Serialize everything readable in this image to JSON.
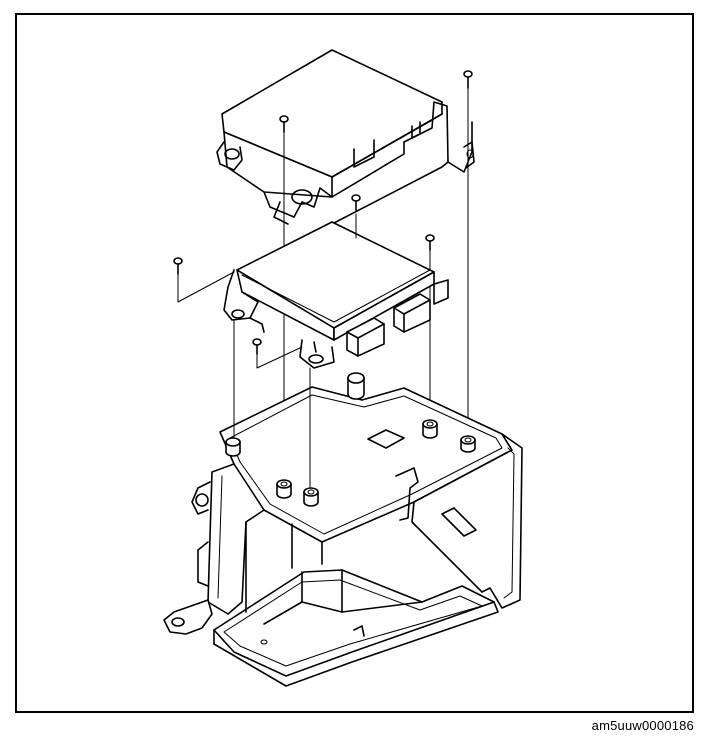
{
  "figure": {
    "id_label": "am5uuw0000186"
  },
  "parts": [
    {
      "name": "upper-cover",
      "icon": "cover-bracket"
    },
    {
      "name": "control-module",
      "icon": "electronic-module"
    },
    {
      "name": "mounting-bracket",
      "icon": "base-bracket"
    },
    {
      "name": "bolts",
      "icon": "screw",
      "count": 6
    }
  ],
  "colors": {
    "line": "#000000",
    "background": "#ffffff",
    "frame": "#000000"
  }
}
